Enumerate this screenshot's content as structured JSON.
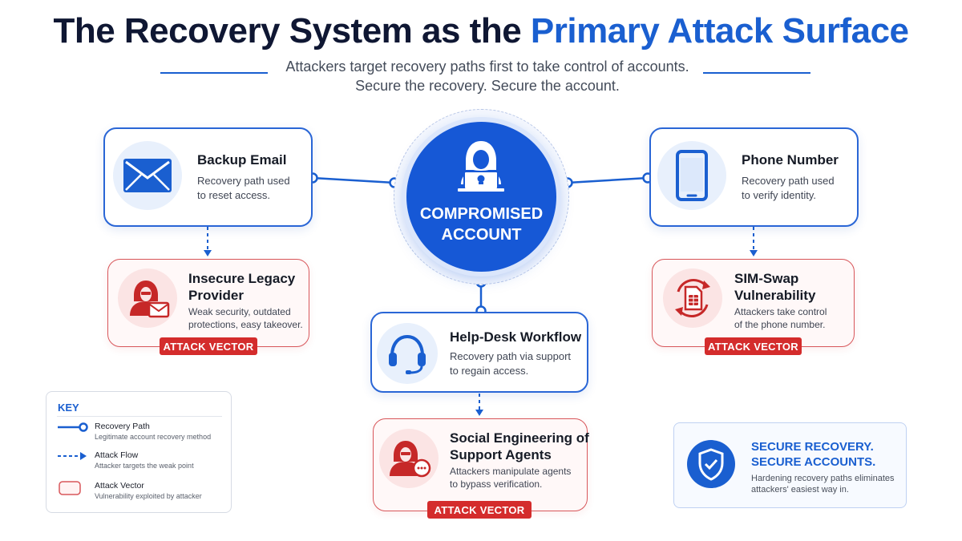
{
  "header": {
    "title_part1": "The Recovery System as the",
    "title_part2": "Primary Attack Surface",
    "subtitle_line1": "Attackers target recovery paths first to take control of accounts.",
    "subtitle_line2": "Secure the recovery. Secure the account."
  },
  "center": {
    "line1": "COMPROMISED",
    "line2": "ACCOUNT",
    "icon": "hacker-laptop-icon"
  },
  "recovery_paths": {
    "backup_email": {
      "title": "Backup Email",
      "text1": "Recovery path used",
      "text2": "to reset access.",
      "icon": "envelope-icon"
    },
    "phone_number": {
      "title": "Phone Number",
      "text1": "Recovery path used",
      "text2": "to verify identity.",
      "icon": "smartphone-icon"
    },
    "help_desk": {
      "title": "Help-Desk Workflow",
      "text1": "Recovery path via support",
      "text2": "to regain access.",
      "icon": "headset-icon"
    }
  },
  "attack_vectors": {
    "legacy_provider": {
      "title1": "Insecure Legacy",
      "title2": "Provider",
      "text1": "Weak security, outdated",
      "text2": "protections, easy takeover.",
      "tag": "ATTACK VECTOR",
      "icon": "hacker-mail-icon"
    },
    "sim_swap": {
      "title1": "SIM-Swap",
      "title2": "Vulnerability",
      "text1": "Attackers take control",
      "text2": "of the phone number.",
      "tag": "ATTACK VECTOR",
      "icon": "sim-swap-icon"
    },
    "social_engineering": {
      "title1": "Social Engineering of",
      "title2": "Support Agents",
      "text1": "Attackers manipulate agents",
      "text2": "to bypass verification.",
      "tag": "ATTACK VECTOR",
      "icon": "hacker-chat-icon"
    }
  },
  "key": {
    "title": "KEY",
    "items": [
      {
        "name": "Recovery Path",
        "desc": "Legitimate account recovery method"
      },
      {
        "name": "Attack Flow",
        "desc": "Attacker targets the weak point"
      },
      {
        "name": "Attack Vector",
        "desc": "Vulnerability exploited by attacker"
      }
    ]
  },
  "secure": {
    "title1": "SECURE RECOVERY.",
    "title2": "SECURE ACCOUNTS.",
    "text1": "Hardening recovery paths eliminates",
    "text2": "attackers' easiest way in.",
    "icon": "shield-check-icon"
  },
  "colors": {
    "blue": "#1a5fd0",
    "red": "#d42c2c",
    "navy": "#0f1733"
  }
}
